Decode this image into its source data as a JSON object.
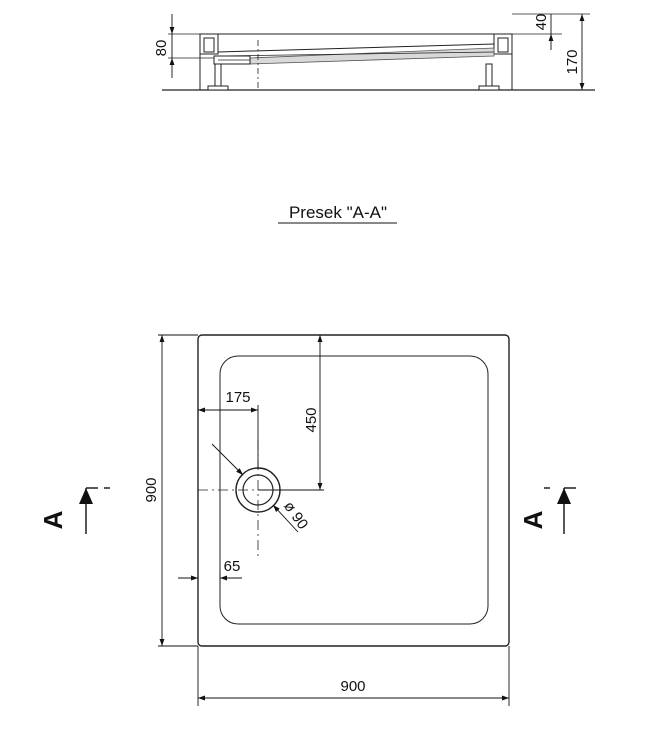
{
  "section_title": "Presek \"A-A\"",
  "section_marker": "A",
  "dimensions": {
    "section_height_rim": "80",
    "section_lip": "40",
    "section_total_height": "170",
    "drain_offset_x": "175",
    "drain_offset_y": "450",
    "drain_diameter": "ø 90",
    "rim_width": "65",
    "overall_width": "900",
    "overall_depth": "900"
  }
}
